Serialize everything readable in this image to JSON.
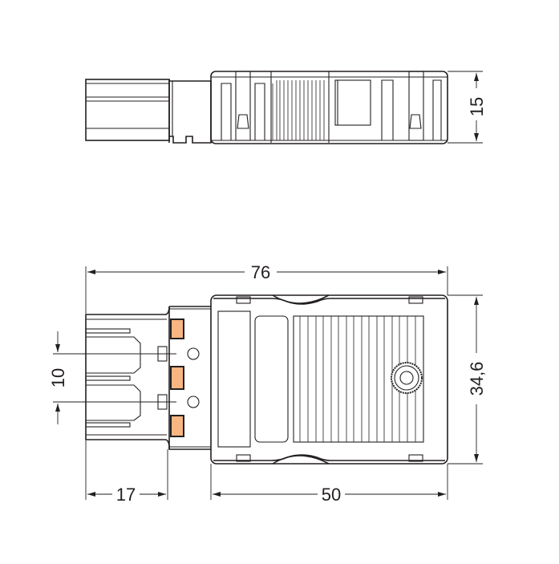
{
  "drawing": {
    "title": "Connector dimensional drawing",
    "views": [
      "side-view",
      "top-view"
    ],
    "colors": {
      "line": "#231f20",
      "contact": "#f8b683",
      "background": "#ffffff"
    },
    "units": "mm"
  },
  "dimensions": {
    "side_height": "15",
    "overall_length": "76",
    "housing_width": "34,6",
    "pitch": "10",
    "plug_length": "17",
    "housing_length": "50"
  }
}
